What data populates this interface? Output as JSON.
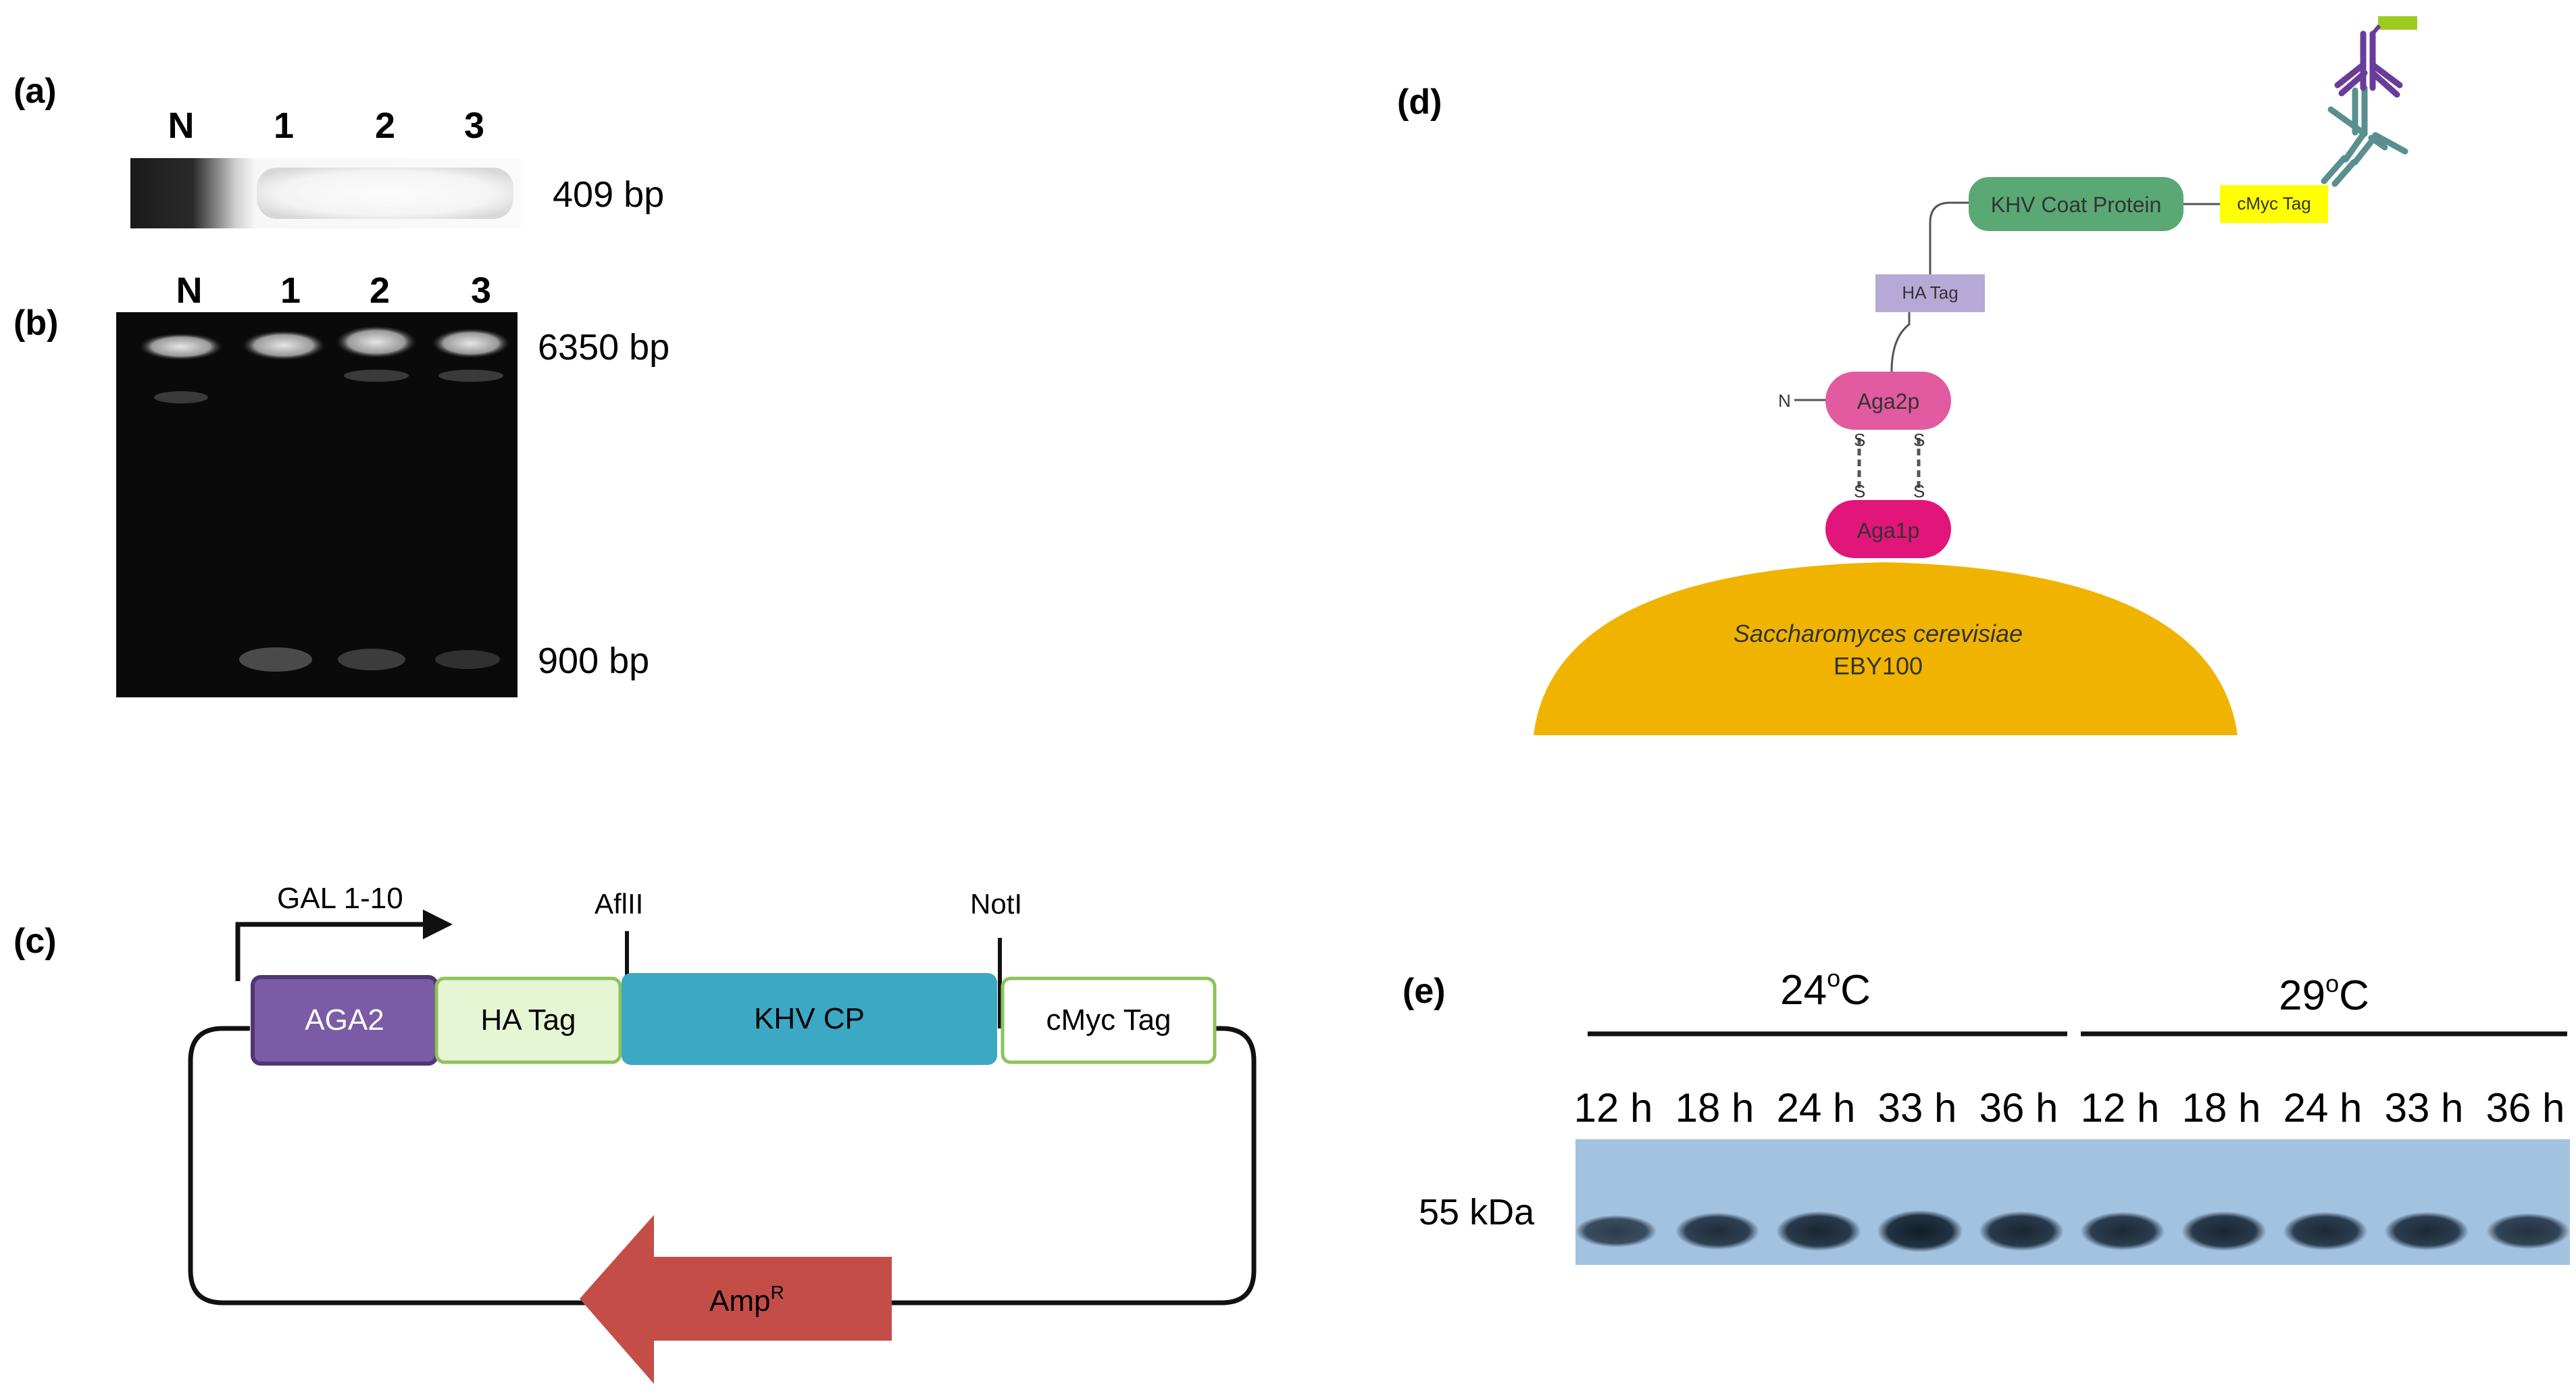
{
  "panel_a": {
    "letter": "(a)",
    "lanes": [
      "N",
      "1",
      "2",
      "3"
    ],
    "band_size": "409 bp"
  },
  "panel_b": {
    "letter": "(b)",
    "lanes": [
      "N",
      "1",
      "2",
      "3"
    ],
    "upper_band": "6350 bp",
    "lower_band": "900 bp"
  },
  "panel_c": {
    "letter": "(c)",
    "promoter": "GAL 1-10",
    "site_left": "AflII",
    "site_right": "NotI",
    "segments": [
      "AGA2",
      "HA Tag",
      "KHV CP",
      "cMyc Tag"
    ],
    "resistance": "Amp",
    "resistance_sup": "R"
  },
  "panel_d": {
    "letter": "(d)",
    "coat_protein": "KHV Coat Protein",
    "cmyc_tag": "cMyc Tag",
    "ha_tag": "HA Tag",
    "aga2p": "Aga2p",
    "aga1p": "Aga1p",
    "n_terminus": "N",
    "disulfide_s": "S",
    "organism": "Saccharomyces cerevisiae",
    "strain": "EBY100",
    "colors": {
      "coat_protein": "#5aa874",
      "cmyc_tag": "#ffff00",
      "ha_tag": "#b7a9d6",
      "aga2p": "#e25aa0",
      "aga1p": "#e2157a",
      "yeast": "#f0b400",
      "antibody_primary": "#5a8f8f",
      "antibody_secondary": "#6a3c9a",
      "fluor": "#9ccc1f"
    }
  },
  "panel_e": {
    "letter": "(e)",
    "temp_groups": [
      {
        "label": "24",
        "unit": "C"
      },
      {
        "label": "29",
        "unit": "C"
      }
    ],
    "degree_sup": "o",
    "timepoints": [
      "12 h",
      "18 h",
      "24 h",
      "33 h",
      "36 h",
      "12 h",
      "18 h",
      "24 h",
      "33 h",
      "36 h"
    ],
    "marker": "55 kDa",
    "band_intensity": [
      0.55,
      0.75,
      0.85,
      0.95,
      0.85,
      0.8,
      0.85,
      0.8,
      0.8,
      0.7
    ]
  }
}
